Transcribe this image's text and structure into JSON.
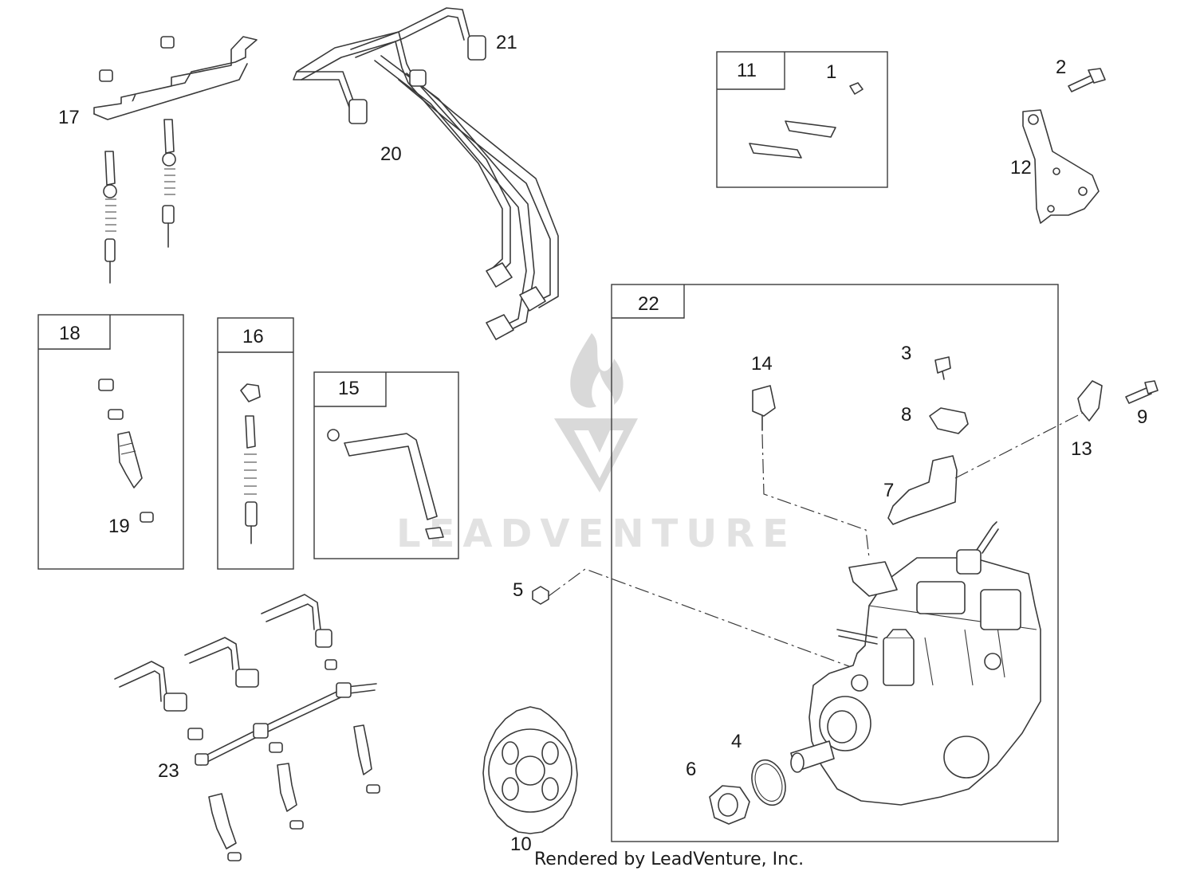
{
  "watermark": {
    "brand": "LEADVENTURE"
  },
  "footer": {
    "credit": "Rendered by LeadVenture, Inc."
  },
  "boxes": {
    "b11": "11",
    "b18": "18",
    "b16": "16",
    "b15": "15",
    "b22": "22"
  },
  "callouts": {
    "c1": "1",
    "c2": "2",
    "c3": "3",
    "c4": "4",
    "c5": "5",
    "c6": "6",
    "c7": "7",
    "c8": "8",
    "c9": "9",
    "c10": "10",
    "c12": "12",
    "c13": "13",
    "c14": "14",
    "c17": "17",
    "c19": "19",
    "c20": "20",
    "c21": "21",
    "c23": "23"
  }
}
